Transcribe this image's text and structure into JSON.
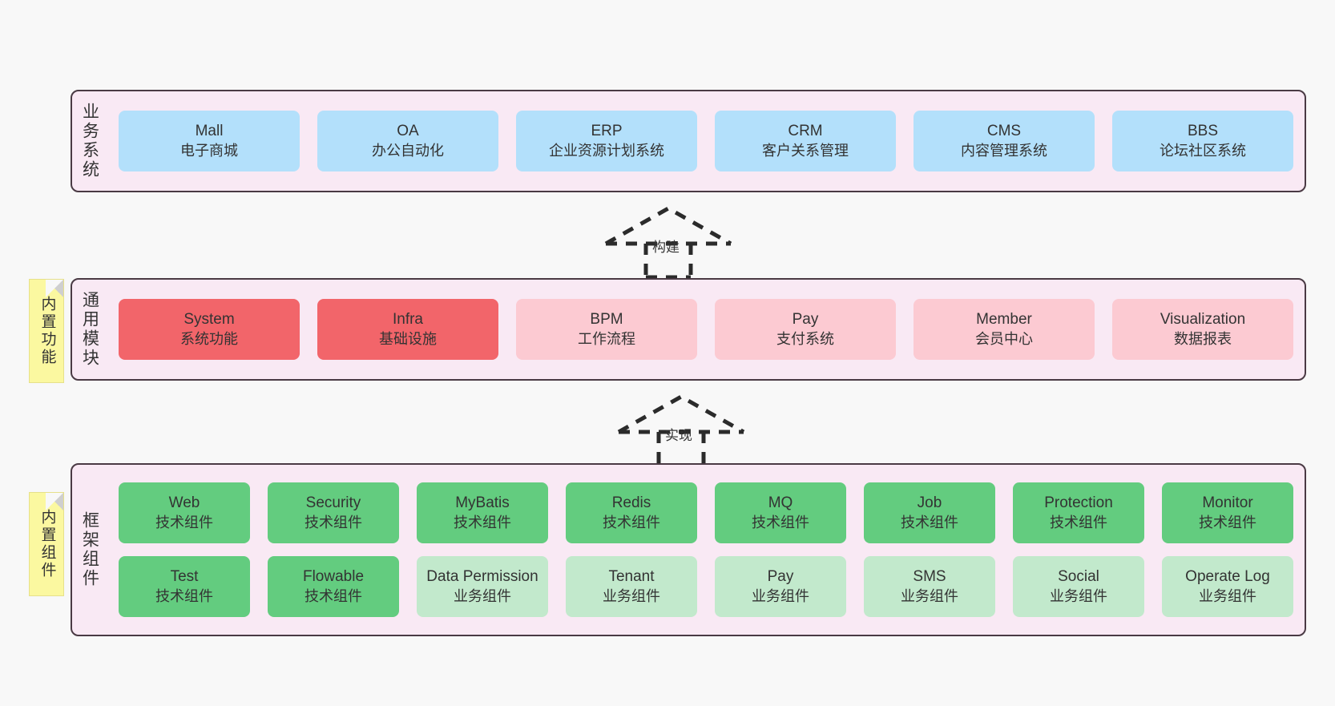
{
  "diagram": {
    "title": "ruoyi-vue-pro architecture layers",
    "background": "#f8f8f8"
  },
  "colors": {
    "panel_bg": "#f9e9f4",
    "panel_border": "#4a3a44",
    "blue": "#b3e0fb",
    "red": "#f2656a",
    "pink": "#fccad2",
    "green": "#63cc7f",
    "light_green": "#c2e9cc",
    "sticky_yellow": "#fbf8a0",
    "text": "#333333"
  },
  "layers": {
    "business": {
      "title": "业务系统",
      "cards": [
        {
          "en": "Mall",
          "cn": "电子商城",
          "color": "blue"
        },
        {
          "en": "OA",
          "cn": "办公自动化",
          "color": "blue"
        },
        {
          "en": "ERP",
          "cn": "企业资源计划系统",
          "color": "blue"
        },
        {
          "en": "CRM",
          "cn": "客户关系管理",
          "color": "blue"
        },
        {
          "en": "CMS",
          "cn": "内容管理系统",
          "color": "blue"
        },
        {
          "en": "BBS",
          "cn": "论坛社区系统",
          "color": "blue"
        }
      ]
    },
    "common": {
      "title": "通用模块",
      "cards": [
        {
          "en": "System",
          "cn": "系统功能",
          "color": "red"
        },
        {
          "en": "Infra",
          "cn": "基础设施",
          "color": "red"
        },
        {
          "en": "BPM",
          "cn": "工作流程",
          "color": "pink"
        },
        {
          "en": "Pay",
          "cn": "支付系统",
          "color": "pink"
        },
        {
          "en": "Member",
          "cn": "会员中心",
          "color": "pink"
        },
        {
          "en": "Visualization",
          "cn": "数据报表",
          "color": "pink"
        }
      ]
    },
    "framework": {
      "title": "框架组件",
      "row1": [
        {
          "en": "Web",
          "cn": "技术组件",
          "color": "green"
        },
        {
          "en": "Security",
          "cn": "技术组件",
          "color": "green"
        },
        {
          "en": "MyBatis",
          "cn": "技术组件",
          "color": "green"
        },
        {
          "en": "Redis",
          "cn": "技术组件",
          "color": "green"
        },
        {
          "en": "MQ",
          "cn": "技术组件",
          "color": "green"
        },
        {
          "en": "Job",
          "cn": "技术组件",
          "color": "green"
        },
        {
          "en": "Protection",
          "cn": "技术组件",
          "color": "green"
        },
        {
          "en": "Monitor",
          "cn": "技术组件",
          "color": "green"
        }
      ],
      "row2": [
        {
          "en": "Test",
          "cn": "技术组件",
          "color": "green"
        },
        {
          "en": "Flowable",
          "cn": "技术组件",
          "color": "green"
        },
        {
          "en": "Data Permission",
          "cn": "业务组件",
          "color": "lgreen"
        },
        {
          "en": "Tenant",
          "cn": "业务组件",
          "color": "lgreen"
        },
        {
          "en": "Pay",
          "cn": "业务组件",
          "color": "lgreen"
        },
        {
          "en": "SMS",
          "cn": "业务组件",
          "color": "lgreen"
        },
        {
          "en": "Social",
          "cn": "业务组件",
          "color": "lgreen"
        },
        {
          "en": "Operate Log",
          "cn": "业务组件",
          "color": "lgreen"
        }
      ]
    }
  },
  "sticky_notes": [
    {
      "id": "builtin-func",
      "text": "内置功能"
    },
    {
      "id": "builtin-comp",
      "text": "内置组件"
    }
  ],
  "connectors": [
    {
      "id": "build",
      "label": "构建",
      "style": "dashed-generalization-up"
    },
    {
      "id": "impl",
      "label": "实现",
      "style": "dashed-generalization-up"
    }
  ]
}
